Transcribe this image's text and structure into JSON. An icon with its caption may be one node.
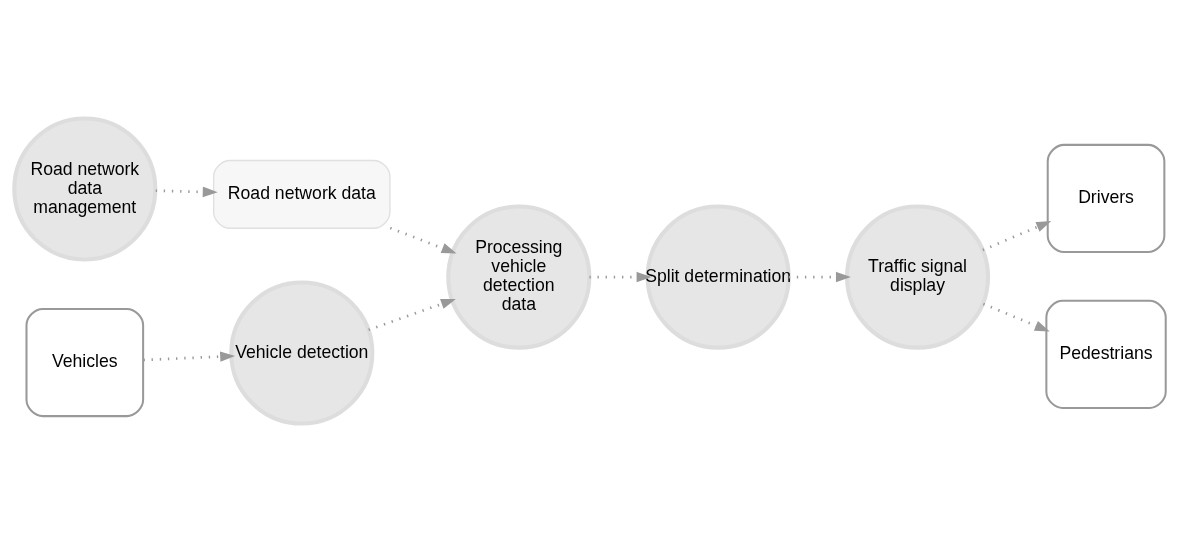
{
  "diagram": {
    "nodes": [
      {
        "text": [
          "Road network data management"
        ]
      },
      {
        "text": [
          "Road network data"
        ]
      },
      {
        "text": [
          "Vehicles"
        ]
      },
      {
        "text": [
          "Vehicle detection"
        ]
      },
      {
        "text": [
          "Processing vehicle detection data"
        ]
      },
      {
        "text": [
          "Split determination"
        ]
      },
      {
        "text": [
          "Traffic signal display"
        ]
      },
      {
        "text": [
          "Drivers"
        ]
      },
      {
        "text": [
          "Pedestrians"
        ]
      }
    ],
    "edges": [
      {
        "from": 0,
        "to": 1,
        "arrow": "to"
      },
      {
        "from": 1,
        "to": 4,
        "arrow": "to"
      },
      {
        "from": 2,
        "to": 3,
        "arrow": "to"
      },
      {
        "from": 3,
        "to": 4,
        "arrow": "to"
      },
      {
        "from": 4,
        "to": 5,
        "arrow": "to"
      },
      {
        "from": 5,
        "to": 6,
        "arrow": "to"
      },
      {
        "from": 6,
        "to": 7,
        "arrow": "to"
      },
      {
        "from": 6,
        "to": 8,
        "arrow": "to"
      }
    ]
  }
}
